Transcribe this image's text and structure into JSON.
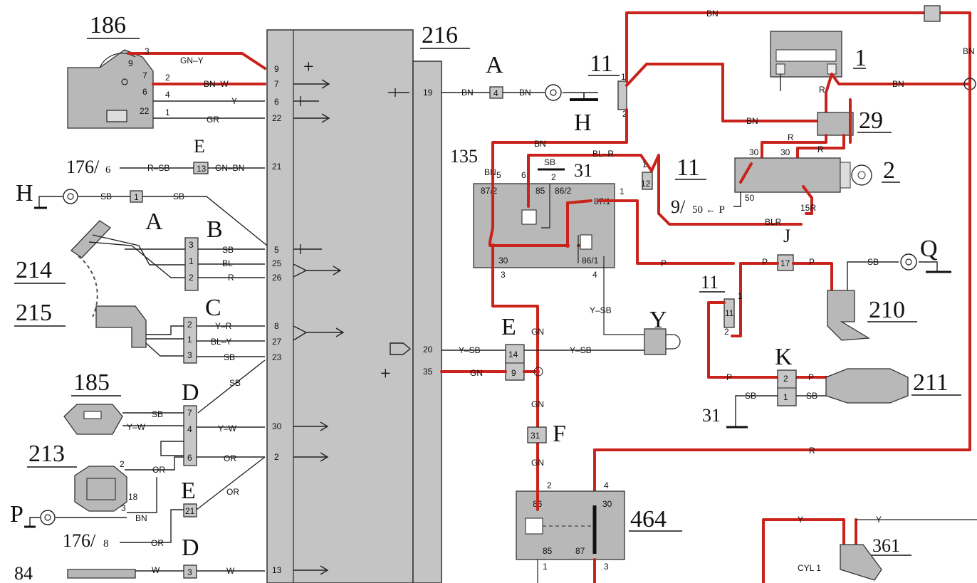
{
  "components": {
    "c186": "186",
    "c216": "216",
    "c1": "1",
    "c11a": "11",
    "c11b": "11",
    "c11c": "11",
    "c29": "29",
    "c2": "2",
    "c135": "135",
    "c31": "31",
    "c31b": "31",
    "c210": "210",
    "c211": "211",
    "c214": "214",
    "c215": "215",
    "c185": "185",
    "c213": "213",
    "c464": "464",
    "c361": "361",
    "c84": "84"
  },
  "connectors": {
    "A": "A",
    "A2": "A",
    "B": "B",
    "C": "C",
    "D": "D",
    "D2": "D",
    "E": "E",
    "E2": "E",
    "E3": "E",
    "F": "F",
    "H": "H",
    "H2": "H",
    "J": "J",
    "K": "K",
    "P": "P",
    "Q": "Q",
    "Y": "Y",
    "P2": "P"
  },
  "refs": {
    "r176_6": "176/",
    "r176_6n": "6",
    "r176_8": "176/",
    "r176_8n": "8",
    "r9_50": "9/",
    "r9_50n": "50 ← P"
  },
  "wires": {
    "gn_y": "GN–Y",
    "bn_w": "BN–W",
    "y": "Y",
    "gr": "GR",
    "r_sb": "R–SB",
    "gn_bn": "GN–BN",
    "sb1": "SB",
    "sb2": "SB",
    "sb3": "SB",
    "bl": "BL",
    "r": "R",
    "y_r": "Y–R",
    "bl_y": "BL–Y",
    "sb4": "SB",
    "sb5": "SB",
    "y_w": "Y–W",
    "y_w2": "Y–W",
    "or1": "OR",
    "or2": "OR",
    "or3": "OR",
    "or4": "OR",
    "bn1": "BN",
    "w1": "W",
    "w2": "W",
    "bn_a": "BN",
    "bn_b": "BN",
    "bn_top": "BN",
    "bn_right": "BN",
    "bn_mid": "BN",
    "bn_29": "BN",
    "bn_135": "BN",
    "bl_r": "BL–R",
    "r29a": "R",
    "r29b": "R",
    "r1": "R",
    "blr": "BLR",
    "p1": "P",
    "p2": "P",
    "p3": "P",
    "p4": "P",
    "p5": "P",
    "sb_q": "SB",
    "y_sb1": "Y–SB",
    "y_sb2": "Y–SB",
    "y_sb3": "Y–SB",
    "gn1": "GN",
    "gn2": "GN",
    "gn3": "GN",
    "gn4": "GN",
    "sb_k1": "SB",
    "sb_k2": "SB",
    "r_long": "R",
    "y1": "Y",
    "y2": "Y",
    "sb_31": "SB",
    "cyl": "CYL 1",
    "bn5": "BN",
    "r15": "15R"
  },
  "pins_left": [
    "9",
    "7",
    "6",
    "22",
    "21",
    "5",
    "25",
    "26",
    "8",
    "27",
    "23",
    "30",
    "2",
    "13"
  ],
  "pins_right": [
    "19",
    "20",
    "35"
  ],
  "conn_pins": {
    "e13": "13",
    "s1": "1",
    "b3": "3",
    "b1": "1",
    "b2": "2",
    "c2": "2",
    "c1": "1",
    "c3": "3",
    "d7": "7",
    "d4": "4",
    "d6": "6",
    "e21": "21",
    "d3": "3",
    "a4": "4",
    "e14": "14",
    "e9": "9",
    "f31": "31",
    "j17": "17",
    "k2": "2",
    "k1": "1"
  },
  "relay_pins": {
    "p87_2": "87/2",
    "p85": "85",
    "p86_2": "86/2",
    "p87_1": "87/1",
    "p30": "30",
    "p86_1": "86/1",
    "p6": "6",
    "p2": "2",
    "p1": "1",
    "p3": "3",
    "p4": "4",
    "p5": "5",
    "q86": "86",
    "q30": "30",
    "q85": "85",
    "q87": "87",
    "q2": "2",
    "q4": "4",
    "q1": "1",
    "q3": "3"
  },
  "misc": {
    "s30a": "30",
    "s30b": "30",
    "s50": "50",
    "n1a": "1",
    "n2a": "2",
    "n1b": "1",
    "n12": "12",
    "n1c": "1",
    "n11": "11",
    "n2c": "2",
    "s3": "3",
    "s9": "9",
    "s7": "7",
    "s2": "2",
    "s6": "6",
    "s4": "4",
    "s22": "22",
    "s1": "1",
    "s18": "18",
    "s3b": "3",
    "s2b": "2"
  }
}
